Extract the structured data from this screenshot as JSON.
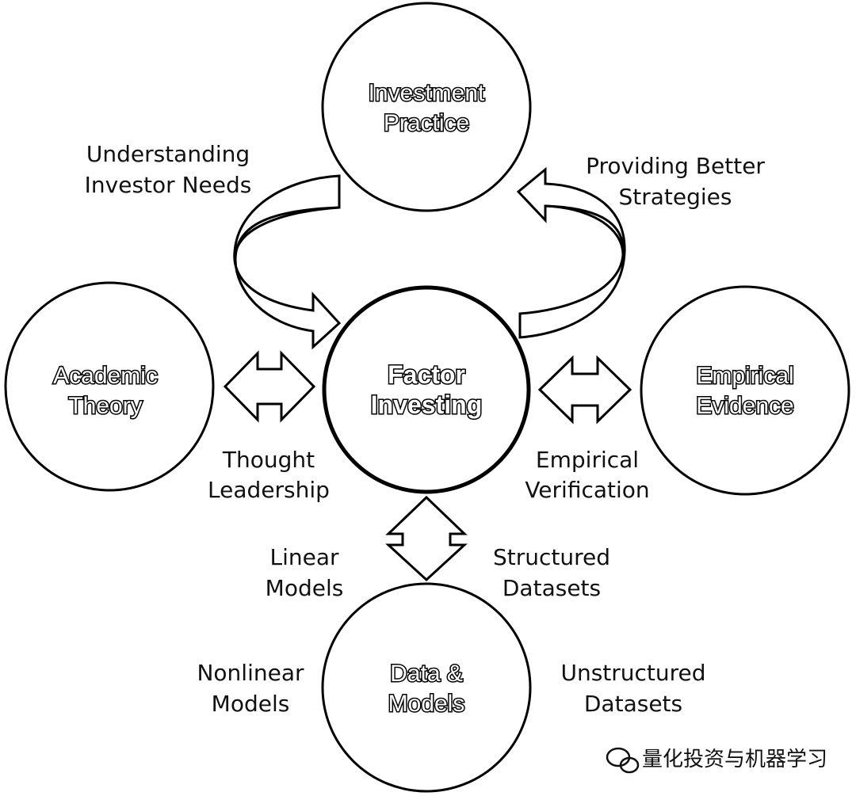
{
  "nodes": {
    "investment_practice": [
      "Investment",
      "Practice"
    ],
    "academic_theory": [
      "Academic",
      "Theory"
    ],
    "factor_investing": [
      "Factor",
      "Investing"
    ],
    "empirical_evidence": [
      "Empirical",
      "Evidence"
    ],
    "data_models": [
      "Data &",
      "Models"
    ]
  },
  "labels": {
    "understanding": [
      "Understanding",
      "Investor Needs"
    ],
    "providing": [
      "Providing Better",
      "Strategies"
    ],
    "thought": [
      "Thought",
      "Leadership"
    ],
    "verification": [
      "Empirical",
      "Verification"
    ],
    "linear": [
      "Linear",
      "Models"
    ],
    "structured": [
      "Structured",
      "Datasets"
    ],
    "nonlinear": [
      "Nonlinear",
      "Models"
    ],
    "unstructured": [
      "Unstructured",
      "Datasets"
    ]
  },
  "watermark": "量化投资与机器学习"
}
